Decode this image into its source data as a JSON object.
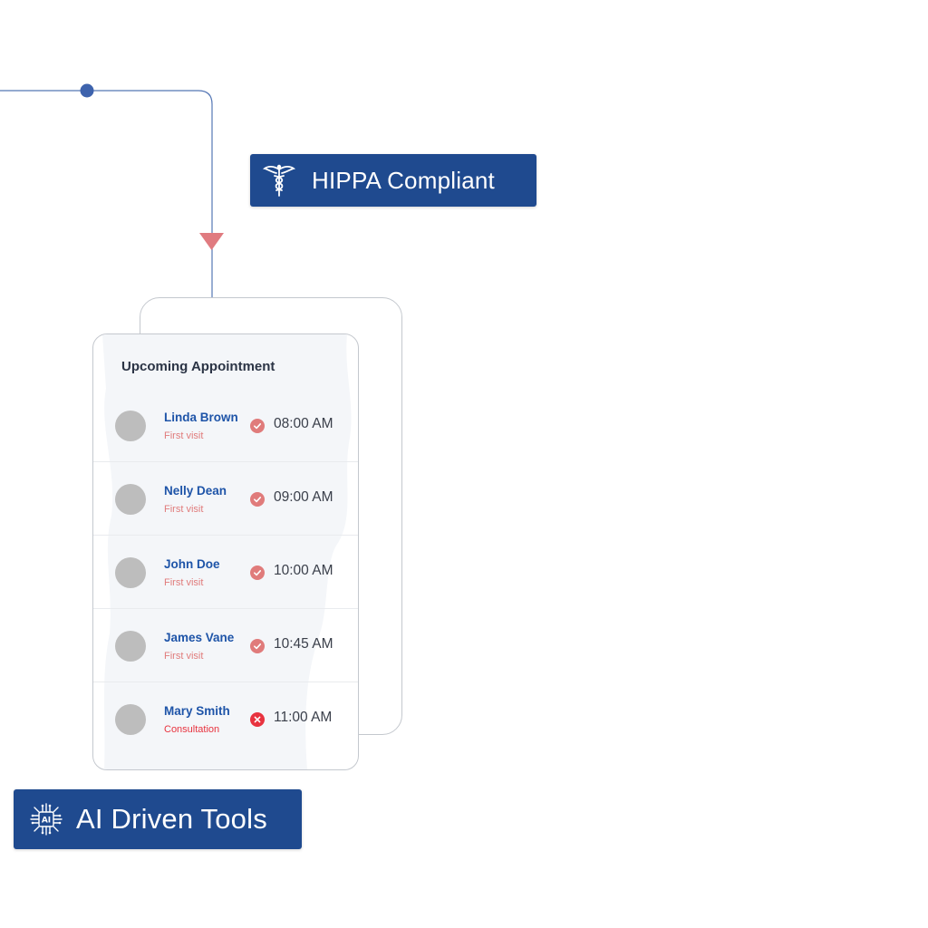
{
  "badges": {
    "hippa": {
      "label": "HIPPA Compliant",
      "icon": "caduceus-icon"
    },
    "ai": {
      "label": "AI Driven Tools",
      "icon": "ai-chip-icon"
    }
  },
  "appointments_card": {
    "title": "Upcoming Appointment",
    "items": [
      {
        "name": "Linda Brown",
        "visit_type": "First visit",
        "status": "confirmed",
        "time": "08:00 AM"
      },
      {
        "name": "Nelly Dean",
        "visit_type": "First visit",
        "status": "confirmed",
        "time": "09:00 AM"
      },
      {
        "name": "John Doe",
        "visit_type": "First visit",
        "status": "confirmed",
        "time": "10:00 AM"
      },
      {
        "name": "James Vane",
        "visit_type": "First visit",
        "status": "confirmed",
        "time": "10:45 AM"
      },
      {
        "name": "Mary Smith",
        "visit_type": "Consultation",
        "status": "cancelled",
        "time": "11:00 AM"
      }
    ]
  },
  "colors": {
    "badge_bg": "#1f4a8f",
    "connector": "#5577b5",
    "arrow": "#e07b80",
    "name_text": "#1e54a8",
    "confirmed": "#e07b7b",
    "cancelled": "#e8333f"
  }
}
